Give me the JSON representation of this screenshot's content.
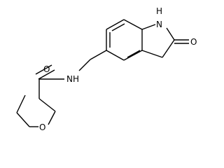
{
  "molecule": {
    "atoms": {
      "amide_n": "NH",
      "amide_o": "O",
      "ring_o": "O",
      "lactam_nh": "H",
      "lactam_nh_n": "N",
      "lactam_o": "O"
    }
  }
}
